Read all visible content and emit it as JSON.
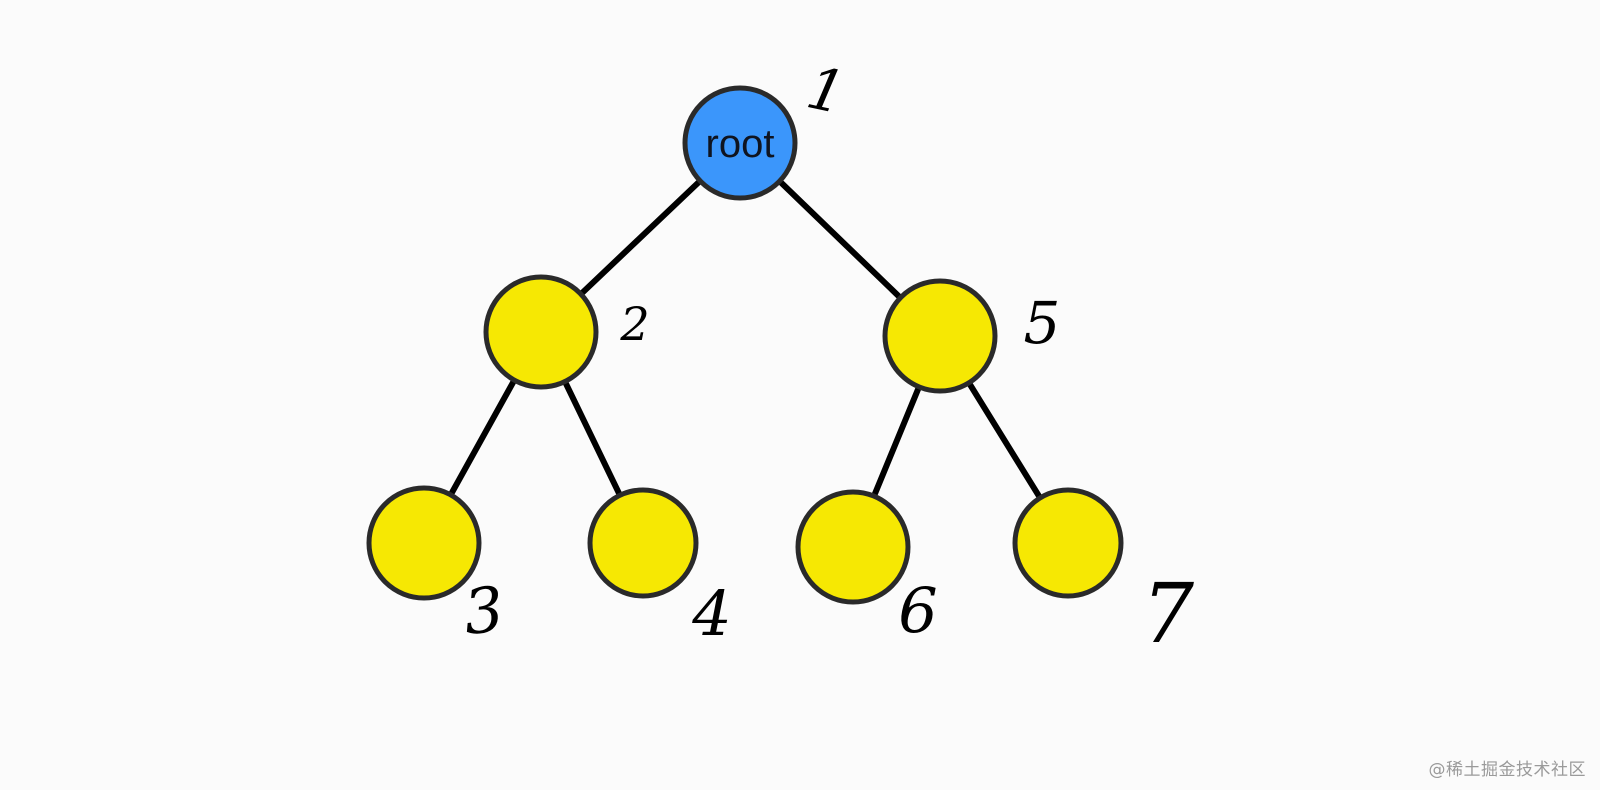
{
  "colors": {
    "root_fill": "#3b96fb",
    "node_fill": "#f6e803",
    "outline": "#2a2a2a",
    "edge": "#000000"
  },
  "tree": {
    "nodes": [
      {
        "id": "root",
        "label": "root",
        "order": "1",
        "kind": "root"
      },
      {
        "id": "n2",
        "label": "",
        "order": "2",
        "kind": "child"
      },
      {
        "id": "n5",
        "label": "",
        "order": "5",
        "kind": "child"
      },
      {
        "id": "n3",
        "label": "",
        "order": "3",
        "kind": "child"
      },
      {
        "id": "n4",
        "label": "",
        "order": "4",
        "kind": "child"
      },
      {
        "id": "n6",
        "label": "",
        "order": "6",
        "kind": "child"
      },
      {
        "id": "n7",
        "label": "",
        "order": "7",
        "kind": "child"
      }
    ],
    "edges": [
      [
        "root",
        "n2"
      ],
      [
        "root",
        "n5"
      ],
      [
        "n2",
        "n3"
      ],
      [
        "n2",
        "n4"
      ],
      [
        "n5",
        "n6"
      ],
      [
        "n5",
        "n7"
      ]
    ]
  },
  "watermark": "@稀土掘金技术社区"
}
